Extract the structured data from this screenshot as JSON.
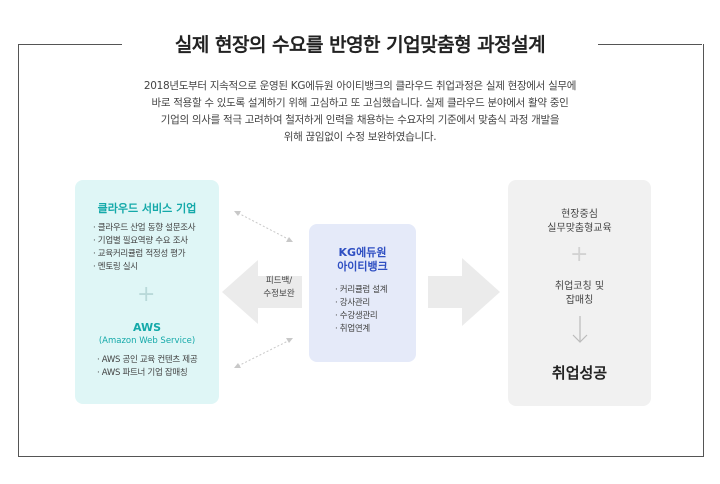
{
  "title": "실제 현장의 수요를 반영한 기업맞춤형 과정설계",
  "intro_lines": [
    "2018년도부터 지속적으로 운영된 KG에듀원 아이티뱅크의 클라우드 취업과정은 실제 현장에서 실무에",
    "바로 적용할 수 있도록 설계하기 위해 고심하고 또 고심했습니다. 실제 클라우드 분야에서 활약 중인",
    "기업의 의사를 적극 고려하여 철저하게 인력을 채용하는 수요자의 기준에서 맞춤식 과정 개발을",
    "위해 끊임없이 수정 보완하였습니다."
  ],
  "left_box": {
    "title": "클라우드 서비스 기업",
    "items": [
      "· 클라우드 산업 동향 설문조사",
      "· 기업별 필요역량 수요 조사",
      "· 교육커리큘럼 적정성 평가",
      "· 멘토링 실시"
    ],
    "aws_title": "AWS",
    "aws_subtitle": "(Amazon Web Service)",
    "aws_items": [
      "· AWS 공인 교육 컨텐츠 제공",
      "· AWS 파트너 기업 잡매칭"
    ]
  },
  "feedback_label": [
    "피드백/",
    "수정보완"
  ],
  "center_box": {
    "title_lines": [
      "KG에듀원",
      "아이티뱅크"
    ],
    "items": [
      "· 커리큘럼 설계",
      "· 강사관리",
      "· 수강생관리",
      "· 취업연계"
    ]
  },
  "right_box": {
    "step1": [
      "현장중심",
      "실무맞춤형교육"
    ],
    "step2": [
      "취업코칭 및",
      "잡매칭"
    ],
    "result": "취업성공"
  },
  "colors": {
    "teal": "#14a9a9",
    "blue": "#2f4fc2",
    "left_bg": "#dff6f6",
    "center_bg": "#e5eaf9",
    "right_bg": "#f1f1f1"
  }
}
